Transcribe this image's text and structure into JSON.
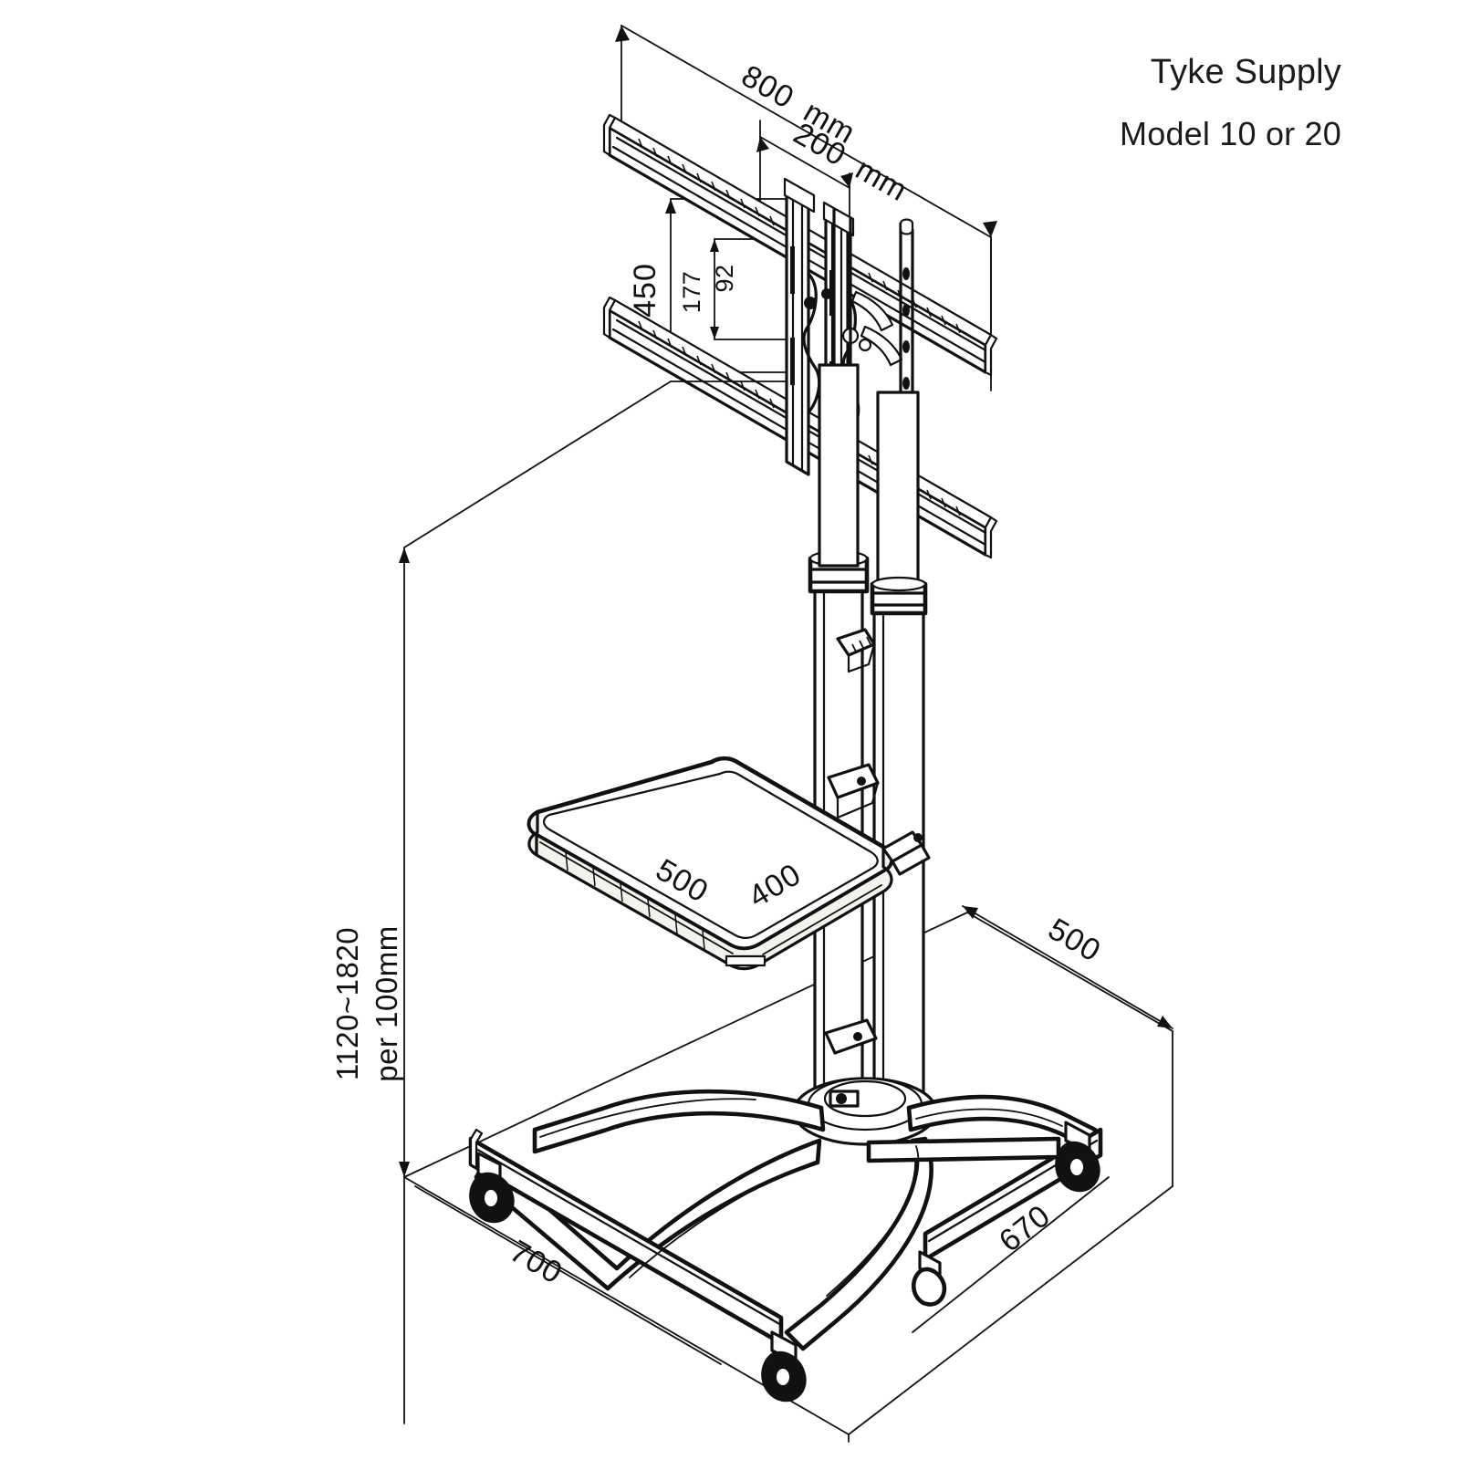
{
  "brand": {
    "company": "Tyke Supply",
    "model": "Model 10 or 20"
  },
  "dimensions": {
    "top_outer_width": "800",
    "top_outer_unit": "mm",
    "top_inner_width": "200",
    "top_inner_unit": "mm",
    "mount_height_outer": "450",
    "mount_height_inner": "177",
    "mount_height_small": "92",
    "column_height_range": "1120~1820",
    "column_increment": "per 100mm",
    "shelf_depth": "500",
    "shelf_width": "400",
    "base_depth": "500",
    "base_front_width": "700",
    "base_side_width": "670"
  },
  "parts": {
    "upper_rail": "upper-tv-rail",
    "lower_rail": "lower-tv-rail",
    "vesa_bracket": "vesa-bracket-plate",
    "telescoping_column": "telescoping-column",
    "accessory_shelf": "accessory-shelf",
    "base_frame": "curved-base-frame",
    "caster_wheel": "caster-wheel"
  },
  "colors": {
    "line": "#111111",
    "paper": "#ffffff",
    "shade": "#f2f2ef"
  },
  "view": {
    "projection": "isometric",
    "drawing_type": "technical-line-drawing"
  }
}
